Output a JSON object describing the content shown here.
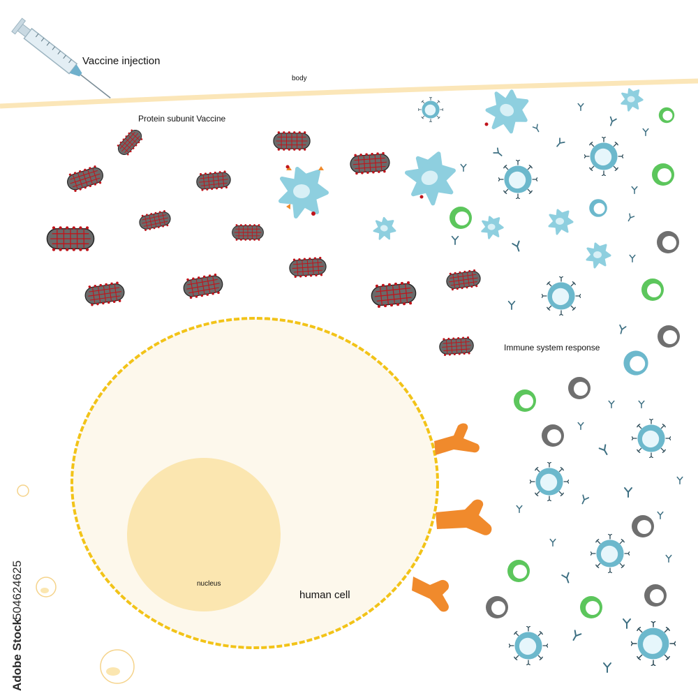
{
  "labels": {
    "vaccine_injection": "Vaccine injection",
    "body": "body",
    "protein_subunit_vaccine": "Protein subunit Vaccine",
    "immune_system_response": "Immune system response",
    "nucleus": "nucleus",
    "human_cell": "human cell"
  },
  "watermark": {
    "stock_id": "504624625",
    "brand": "Adobe Stock"
  },
  "colors": {
    "skin_line": "#fbe6b8",
    "cell_membrane": "#f2c318",
    "cell_fill": "#fdf8ec",
    "nucleus_fill": "#fbe6b0",
    "receptor": "#f08a2c",
    "immune_cell": "#8ecfdf",
    "immune_cell_dark": "#5ea9c0",
    "green_cell": "#5cc65c",
    "gray_cell": "#6f6f6f",
    "antigen_red": "#c0141b",
    "vaccine_capsule": "#6a6a6a"
  },
  "icons": [
    "syringe-icon",
    "vaccine-capsule-icon",
    "dendritic-cell-icon",
    "lymphocyte-icon",
    "antibody-icon",
    "receptor-icon"
  ]
}
